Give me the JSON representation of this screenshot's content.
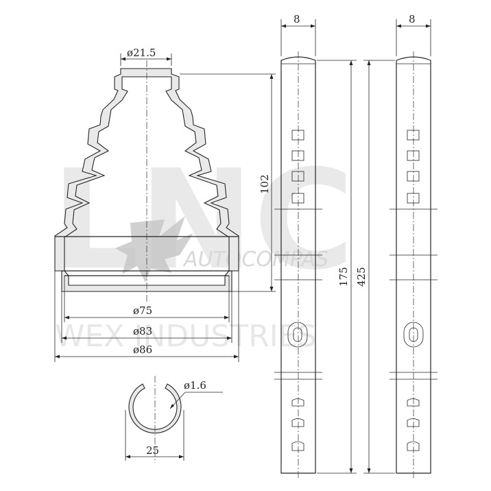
{
  "dimensions": {
    "top_diameter": "ø21.5",
    "height": "102",
    "d1": "ø75",
    "d2": "ø83",
    "d3": "ø86",
    "wire": "ø1.6",
    "clamp_width": "25",
    "band1_width": "8",
    "band2_width": "8",
    "band1_length": "175",
    "band2_length": "425"
  },
  "watermark": {
    "brand_big": "LNC",
    "brand_line": "AUTOCOMPAS",
    "brand_sub": "WEX INDUSTRIES"
  }
}
